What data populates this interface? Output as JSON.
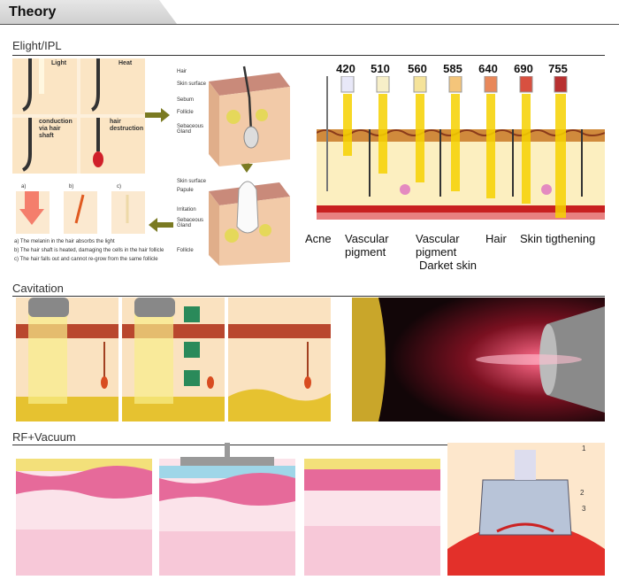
{
  "header": {
    "title": "Theory"
  },
  "sections": {
    "ipl": {
      "title": "Elight/IPL",
      "hair_panels": [
        "Light",
        "Heat",
        "conduction via hair shaft",
        "hair destruction"
      ],
      "stages": [
        "a)",
        "b)",
        "c)"
      ],
      "captions": [
        "a) The melanin in the hair absorbs the light",
        "b) The hair shaft is heated, damaging the cells in the hair follicle",
        "c) The hair falls out and cannot re-grow from the same follicle"
      ],
      "skin_labels_top": [
        "Hair",
        "Skin surface",
        "Sebum",
        "Follicle",
        "Sebaceous Gland"
      ],
      "skin_labels_bottom": [
        "Skin surface",
        "Papule",
        "Irritation",
        "Sebaceous Gland",
        "Follicle"
      ],
      "wavelengths": [
        "420",
        "510",
        "560",
        "585",
        "640",
        "690",
        "755"
      ],
      "applications": [
        "Acne",
        "Vascular pigment",
        "Vascular pigment",
        "Darket skin",
        "Hair",
        "Skin tigthening"
      ]
    },
    "cavitation": {
      "title": "Cavitation"
    },
    "rf": {
      "title": "RF+Vacuum",
      "markers": [
        "1",
        "2",
        "3"
      ]
    }
  },
  "colors": {
    "skin_top": "#b9472e",
    "fat": "#e6c230",
    "dermis": "#f5dcb6",
    "rf_pink": "#e66a9a",
    "cone": "#e3302a"
  }
}
